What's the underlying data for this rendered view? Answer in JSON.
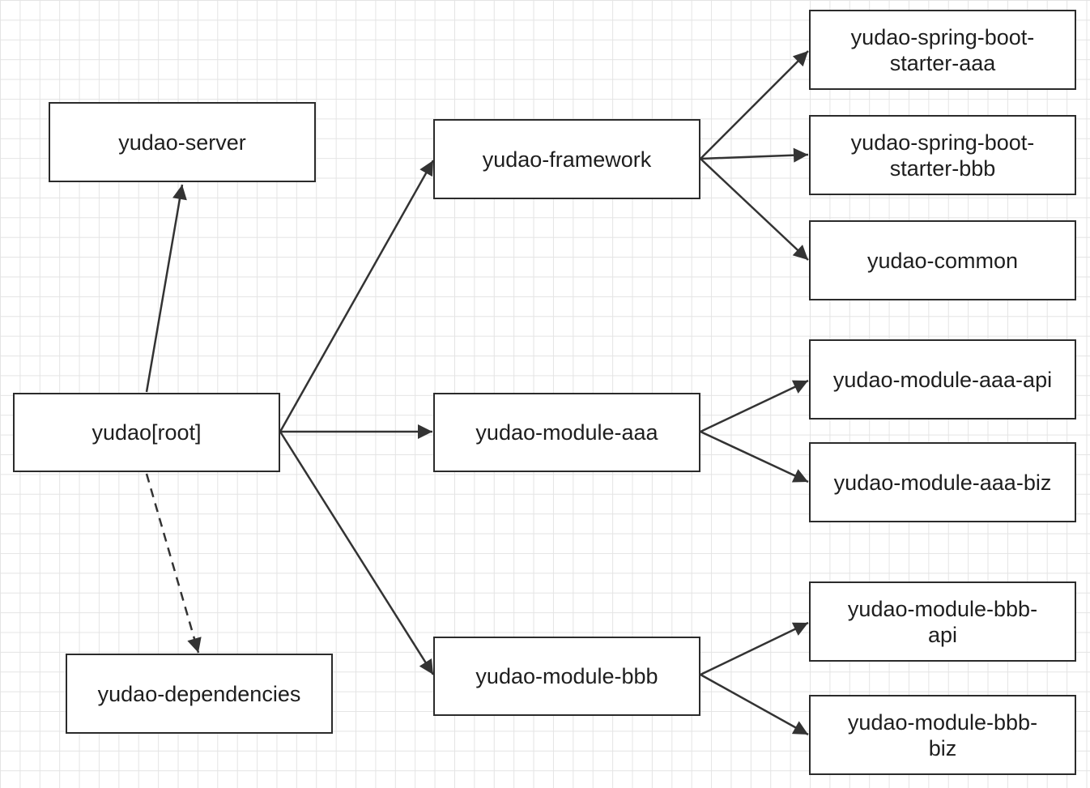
{
  "colors": {
    "background": "#ffffff",
    "grid": "#e4e4e4",
    "stroke": "#2b2b2b",
    "text": "#1e1e1e"
  },
  "nodes": {
    "root": "yudao[root]",
    "server": "yudao-server",
    "dependencies": "yudao-dependencies",
    "framework": "yudao-framework",
    "module_aaa": "yudao-module-aaa",
    "module_bbb": "yudao-module-bbb",
    "starter_aaa": [
      "yudao-spring-boot-",
      "starter-aaa"
    ],
    "starter_bbb": [
      "yudao-spring-boot-",
      "starter-bbb"
    ],
    "common": "yudao-common",
    "module_aaa_api": "yudao-module-aaa-api",
    "module_aaa_biz": "yudao-module-aaa-biz",
    "module_bbb_api": [
      "yudao-module-bbb-",
      "api"
    ],
    "module_bbb_biz": [
      "yudao-module-bbb-",
      "biz"
    ]
  },
  "edges": [
    {
      "from": "root",
      "to": "server",
      "style": "solid"
    },
    {
      "from": "root",
      "to": "dependencies",
      "style": "dashed"
    },
    {
      "from": "root",
      "to": "framework",
      "style": "solid"
    },
    {
      "from": "root",
      "to": "module_aaa",
      "style": "solid"
    },
    {
      "from": "root",
      "to": "module_bbb",
      "style": "solid"
    },
    {
      "from": "framework",
      "to": "starter_aaa",
      "style": "solid"
    },
    {
      "from": "framework",
      "to": "starter_bbb",
      "style": "solid"
    },
    {
      "from": "framework",
      "to": "common",
      "style": "solid"
    },
    {
      "from": "module_aaa",
      "to": "module_aaa_api",
      "style": "solid"
    },
    {
      "from": "module_aaa",
      "to": "module_aaa_biz",
      "style": "solid"
    },
    {
      "from": "module_bbb",
      "to": "module_bbb_api",
      "style": "solid"
    },
    {
      "from": "module_bbb",
      "to": "module_bbb_biz",
      "style": "solid"
    }
  ]
}
